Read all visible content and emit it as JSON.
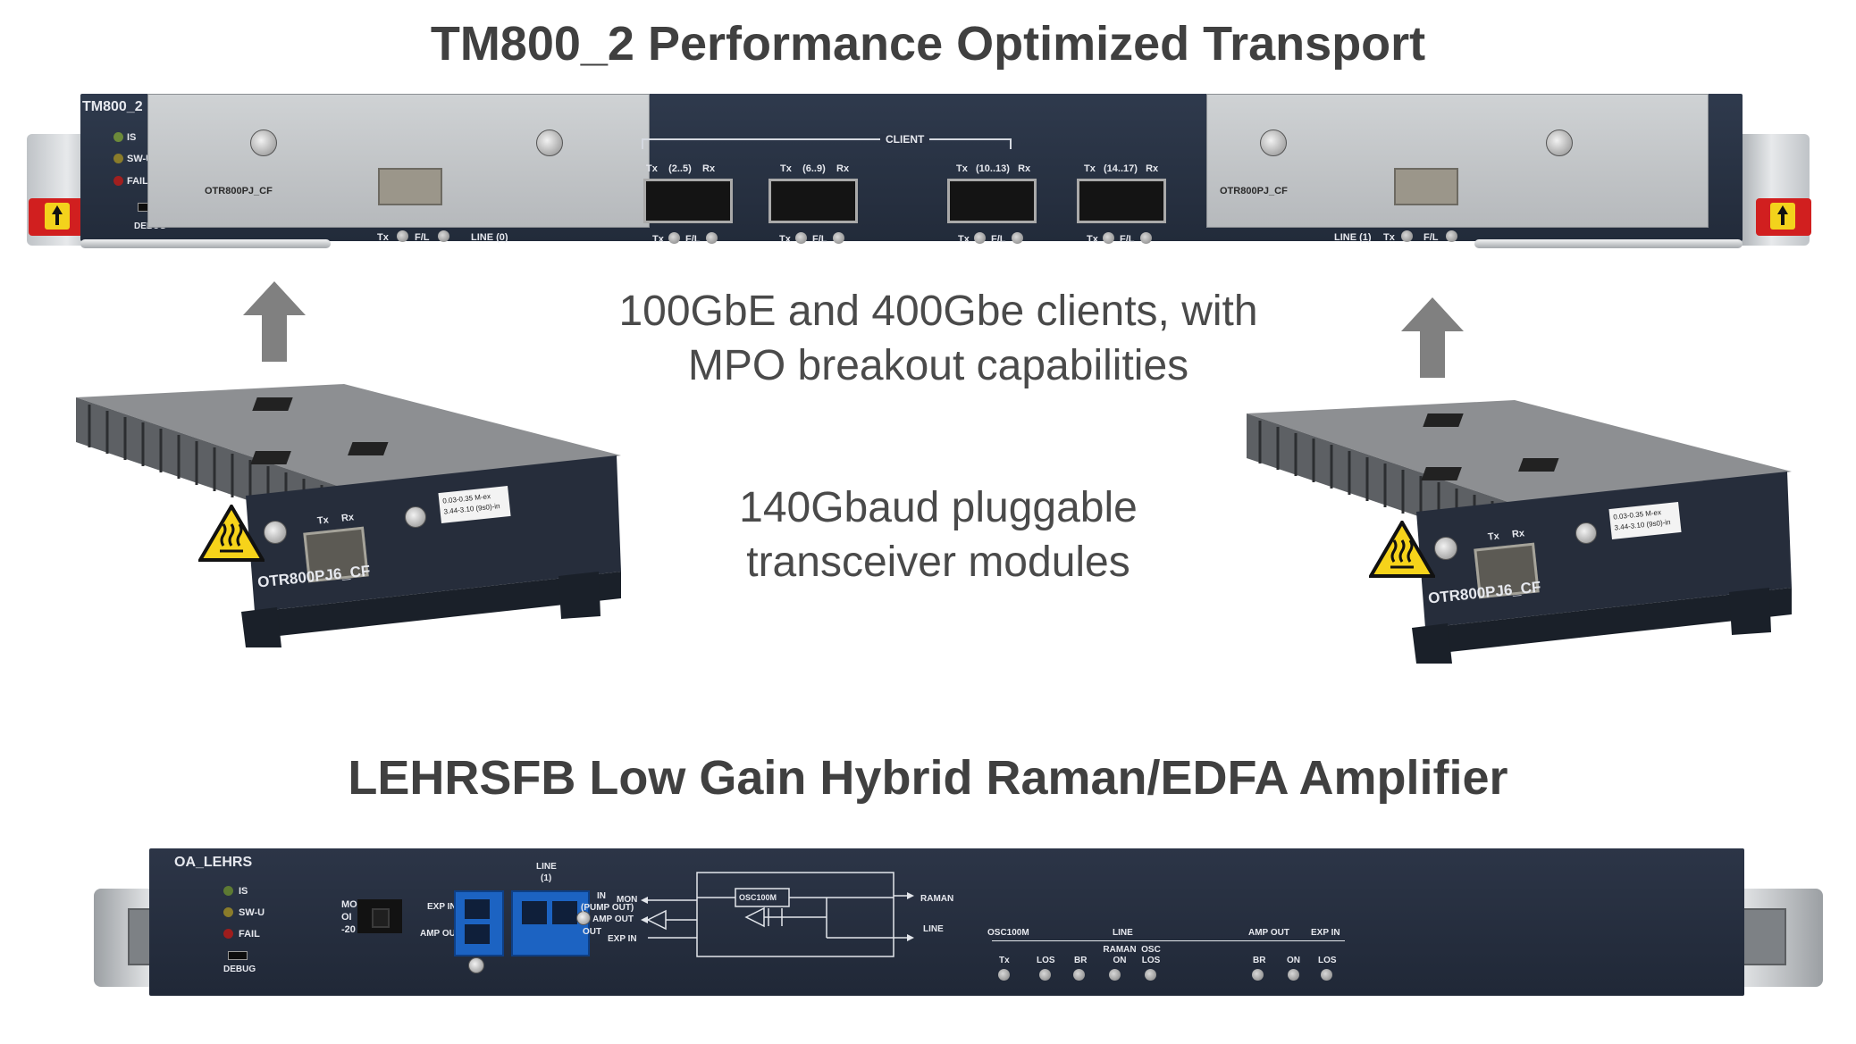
{
  "headings": {
    "tm800": "TM800_2 Performance Optimized Transport",
    "lehrsfb": "LEHRSFB Low Gain Hybrid Raman/EDFA Amplifier"
  },
  "captions": {
    "clients_line1": "100GbE and 400Gbe clients, with",
    "clients_line2": "MPO breakout capabilities",
    "pluggable_line1": "140Gbaud pluggable",
    "pluggable_line2": "transceiver modules"
  },
  "tm800_card": {
    "name": "TM800_2",
    "leds": [
      "IS",
      "SW-U",
      "FAIL"
    ],
    "debug": "DEBUG",
    "slot_left": "OTR800PJ_CF",
    "slot_right": "OTR800PJ_CF",
    "client_label": "CLIENT",
    "client_ports": [
      {
        "tx": "Tx",
        "range": "(2..5)",
        "rx": "Rx"
      },
      {
        "tx": "Tx",
        "range": "(6..9)",
        "rx": "Rx"
      },
      {
        "tx": "Tx",
        "range": "(10..13)",
        "rx": "Rx"
      },
      {
        "tx": "Tx",
        "range": "(14..17)",
        "rx": "Rx"
      }
    ],
    "line_left": {
      "tx": "Tx",
      "fl": "F/L",
      "line": "LINE (0)"
    },
    "line_right": {
      "line": "LINE (1)",
      "tx": "Tx",
      "fl": "F/L"
    },
    "port_status": {
      "tx": "Tx",
      "fl": "F/L"
    }
  },
  "module": {
    "name": "OTR800PJ6_CF",
    "tx": "Tx",
    "rx": "Rx",
    "sticker_line1": "0.03-0.35 M-ex",
    "sticker_line2": "3.44-3.10 (9s0)-in"
  },
  "amp_card": {
    "name": "OA_LEHRS",
    "leds": [
      "IS",
      "SW-U",
      "FAIL"
    ],
    "debug": "DEBUG",
    "mon_lines": [
      "MON",
      "OI",
      "-20"
    ],
    "exp_in": "EXP IN",
    "amp_out": "AMP OUT",
    "line_port": "LINE",
    "line_port_index": "(1)",
    "in": "IN",
    "pump_out": "(PUMP OUT)",
    "out": "OUT",
    "diagram": {
      "mon": "MON",
      "amp_out": "AMP OUT",
      "exp_in": "EXP IN",
      "osc": "OSC100M",
      "raman": "RAMAN",
      "line": "LINE"
    },
    "status_groups": {
      "osc100m": "OSC100M",
      "line": "LINE",
      "amp_out": "AMP OUT",
      "exp_in": "EXP IN"
    },
    "status_labels": [
      "Tx",
      "LOS",
      "BR",
      "RAMAN ON",
      "OSC LOS",
      "BR",
      "ON",
      "LOS"
    ]
  }
}
